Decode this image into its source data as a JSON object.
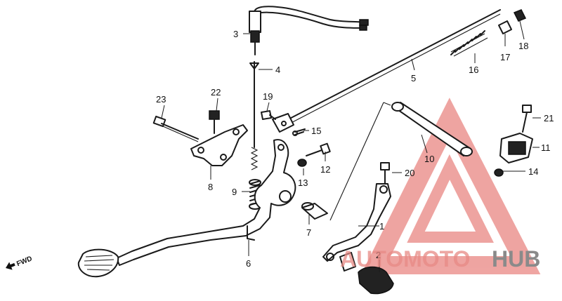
{
  "fwd_label": "FWD",
  "watermark": {
    "part1": "AUTOMOTO",
    "part2": "HUB",
    "red": "#e15b55",
    "gray": "#8a8a8a"
  },
  "parts": {
    "p1": "1",
    "p2": "2",
    "p3": "3",
    "p4": "4",
    "p5": "5",
    "p6": "6",
    "p7": "7",
    "p8": "8",
    "p9": "9",
    "p10": "10",
    "p11": "11",
    "p12": "12",
    "p13": "13",
    "p14": "14",
    "p15": "15",
    "p16": "16",
    "p17": "17",
    "p18": "18",
    "p19": "19",
    "p20": "20",
    "p21": "21",
    "p22": "22",
    "p23": "23"
  }
}
